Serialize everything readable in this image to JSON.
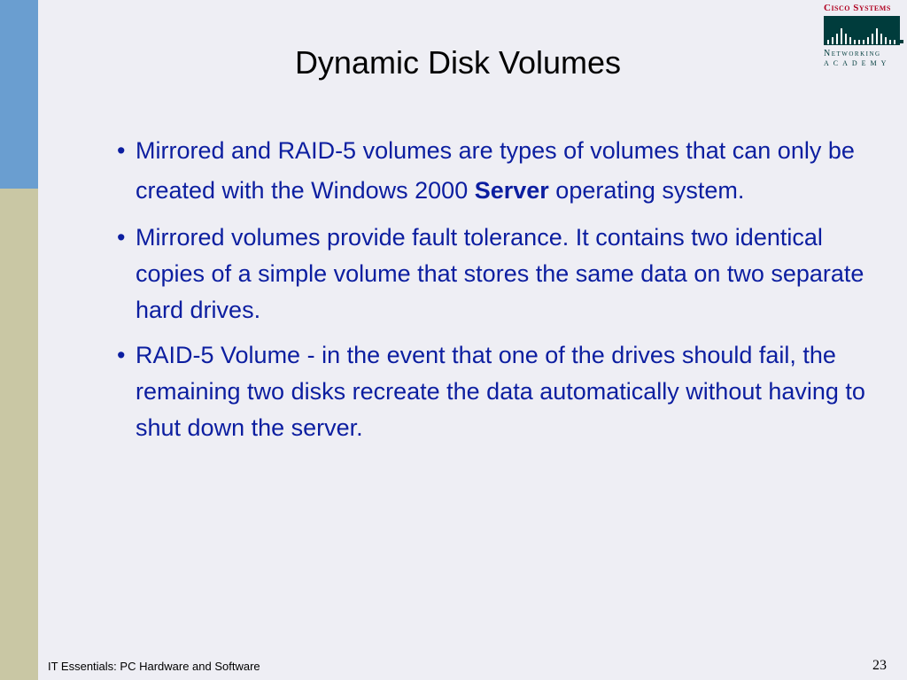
{
  "slide": {
    "title": "Dynamic Disk Volumes",
    "bullet_glyph": "•",
    "bullets": [
      {
        "parts": {
          "before": "Mirrored and RAID-5 volumes are types of volumes that can only be created with the Windows 2000 ",
          "bold": "Server",
          "after": " operating system."
        }
      },
      {
        "text": "Mirrored volumes provide fault tolerance. It contains two identical copies of a simple volume that stores the same data on two separate hard drives."
      },
      {
        "text": "RAID-5 Volume - in the event that one of the drives should fail, the remaining two disks recreate the data automatically without having to shut down the server."
      }
    ]
  },
  "logo": {
    "line1": "Cisco Systems",
    "line2": "Networking",
    "line3": "Academy"
  },
  "footer": {
    "course": "IT Essentials: PC Hardware and Software",
    "page_number": "23"
  },
  "colors": {
    "background": "#eeeef4",
    "sidebar_top": "#6a9ed0",
    "sidebar_bottom": "#c9c7a4",
    "body_text": "#0c1ea0",
    "logo_red": "#b00020",
    "logo_teal": "#003c3c"
  }
}
